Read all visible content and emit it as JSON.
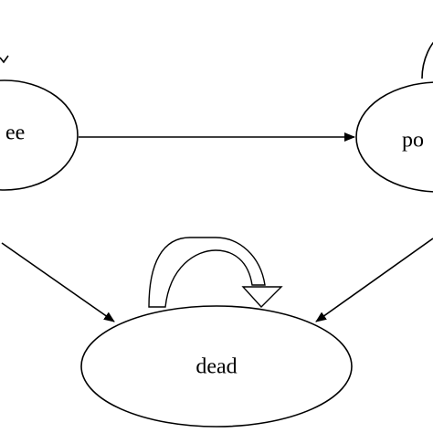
{
  "diagram": {
    "states": {
      "free": {
        "label": "ee"
      },
      "positive": {
        "label": "po"
      },
      "dead": {
        "label": "dead"
      }
    },
    "transitions": [
      {
        "from": "free",
        "to": "positive"
      },
      {
        "from": "free",
        "to": "dead"
      },
      {
        "from": "positive",
        "to": "dead"
      },
      {
        "from": "dead",
        "to": "dead"
      },
      {
        "from": "positive",
        "to": "positive"
      },
      {
        "from": "free",
        "to": "free"
      }
    ],
    "colors": {
      "stroke": "#000000",
      "fill": "#ffffff"
    }
  }
}
